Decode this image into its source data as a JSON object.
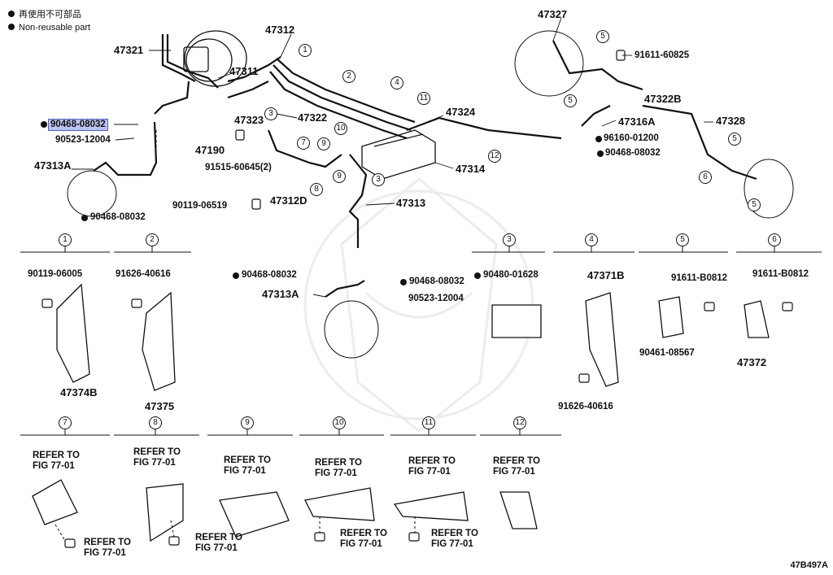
{
  "legend": {
    "jp": "再使用不可部品",
    "en": "Non-reusable part"
  },
  "labels": {
    "p47321": "47321",
    "p47312": "47312",
    "p47311": "47311",
    "p47323": "47323",
    "p47322": "47322",
    "p47190": "47190",
    "p91515": "91515-60645(2)",
    "p47312D": "47312D",
    "p90119a": "90119-06519",
    "p90468a": "90468-08032",
    "p90523a": "90523-12004",
    "p47313A": "47313A",
    "p90468b": "90468-08032",
    "p47313": "47313",
    "p47314": "47314",
    "p47324": "47324",
    "p47327": "47327",
    "p91611a": "91611-60825",
    "p47322B": "47322B",
    "p47316A": "47316A",
    "p96160": "96160-01200",
    "p90468c": "90468-08032",
    "p47328": "47328",
    "p90468d": "90468-08032",
    "p90468e": "90468-08032",
    "p47313Ab": "47313A",
    "p90523b": "90523-12004",
    "p90119b": "90119-06005",
    "p47374B": "47374B",
    "p91626a": "91626-40616",
    "p47375": "47375",
    "p90480": "90480-01628",
    "p47371B": "47371B",
    "p91626b": "91626-40616",
    "p91611b": "91611-B0812",
    "p90461": "90461-08567",
    "p91611c": "91611-B0812",
    "p47372": "47372"
  },
  "callouts": [
    "1",
    "2",
    "3",
    "4",
    "5",
    "6",
    "7",
    "8",
    "9",
    "10",
    "11",
    "12"
  ],
  "refer": {
    "line1": "REFER TO",
    "line2": "FIG 77-01"
  },
  "diagram_code": "47B497A"
}
